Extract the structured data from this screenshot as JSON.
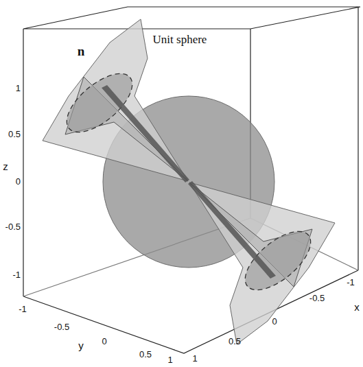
{
  "diagram": {
    "labels": [
      "n",
      "Unit sphere",
      "1",
      "0.5",
      "0",
      "-0.5",
      "-1",
      "z",
      "-1",
      "-0.5",
      "0",
      "0.5",
      "1",
      "y",
      "1",
      "0.5",
      "0",
      "-0.5",
      "-1",
      "x"
    ]
  }
}
